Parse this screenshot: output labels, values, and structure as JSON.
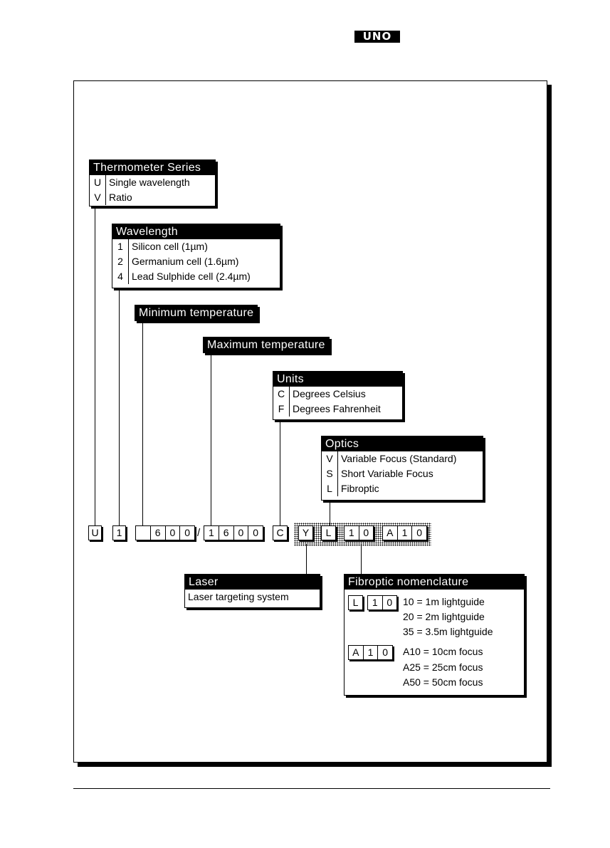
{
  "logo": "UNO",
  "thermometer_series": {
    "title": "Thermometer Series",
    "rows": [
      {
        "code": "U",
        "label": "Single wavelength"
      },
      {
        "code": "V",
        "label": "Ratio"
      }
    ]
  },
  "wavelength": {
    "title": "Wavelength",
    "rows": [
      {
        "code": "1",
        "label": "Silicon cell (1µm)"
      },
      {
        "code": "2",
        "label": "Germanium cell (1.6µm)"
      },
      {
        "code": "4",
        "label": "Lead Sulphide cell (2.4µm)"
      }
    ]
  },
  "min_temperature": {
    "title": "Minimum temperature"
  },
  "max_temperature": {
    "title": "Maximum temperature"
  },
  "units": {
    "title": "Units",
    "rows": [
      {
        "code": "C",
        "label": "Degrees Celsius"
      },
      {
        "code": "F",
        "label": "Degrees Fahrenheit"
      }
    ]
  },
  "optics": {
    "title": "Optics",
    "rows": [
      {
        "code": "V",
        "label": "Variable Focus (Standard)"
      },
      {
        "code": "S",
        "label": "Short Variable Focus"
      },
      {
        "code": "L",
        "label": "Fibroptic"
      }
    ]
  },
  "code_line": {
    "series": [
      "U"
    ],
    "wavelength": [
      "1"
    ],
    "min_temp": [
      "",
      "6",
      "0",
      "0"
    ],
    "separator": "/",
    "max_temp": [
      "1",
      "6",
      "0",
      "0"
    ],
    "units": [
      "C"
    ],
    "laser": [
      "Y"
    ],
    "optics": [
      "L"
    ],
    "fibre_length": [
      "1",
      "0"
    ],
    "focus": [
      "A",
      "1",
      "0"
    ]
  },
  "laser": {
    "title": "Laser",
    "rows": [
      {
        "label": "Laser targeting system"
      }
    ]
  },
  "fibroptic": {
    "title": "Fibroptic nomenclature",
    "group1_cells_a": [
      "L"
    ],
    "group1_cells_b": [
      "1",
      "0"
    ],
    "group1_lines": [
      "10 = 1m lightguide",
      "20 = 2m lightguide",
      "35 = 3.5m lightguide"
    ],
    "group2_cells": [
      "A",
      "1",
      "0"
    ],
    "group2_lines": [
      "A10 = 10cm focus",
      "A25 = 25cm focus",
      "A50 = 50cm focus"
    ]
  }
}
